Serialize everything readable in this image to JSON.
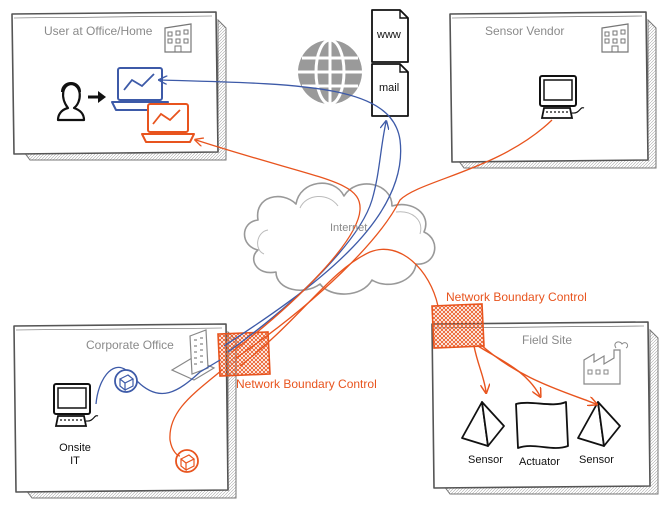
{
  "zones": {
    "home": {
      "title": "User at Office/Home"
    },
    "vendor": {
      "title": "Sensor Vendor"
    },
    "corporate": {
      "title": "Corporate Office"
    },
    "field": {
      "title": "Field Site"
    }
  },
  "internet": {
    "label": "Internet"
  },
  "web_docs": {
    "www": "www",
    "mail": "mail"
  },
  "boundary": {
    "corporate_label": "Network Boundary Control",
    "field_label": "Network Boundary Control"
  },
  "corporate": {
    "onsite_label": "Onsite\nIT"
  },
  "field": {
    "devices": [
      "Sensor",
      "Actuator",
      "Sensor"
    ]
  },
  "colors": {
    "blue": "#3d5aa8",
    "orange": "#e8541e",
    "zone_border": "#555555",
    "zone_shadow": "#cfcfcf",
    "grey_icon": "#9a9a9a"
  }
}
